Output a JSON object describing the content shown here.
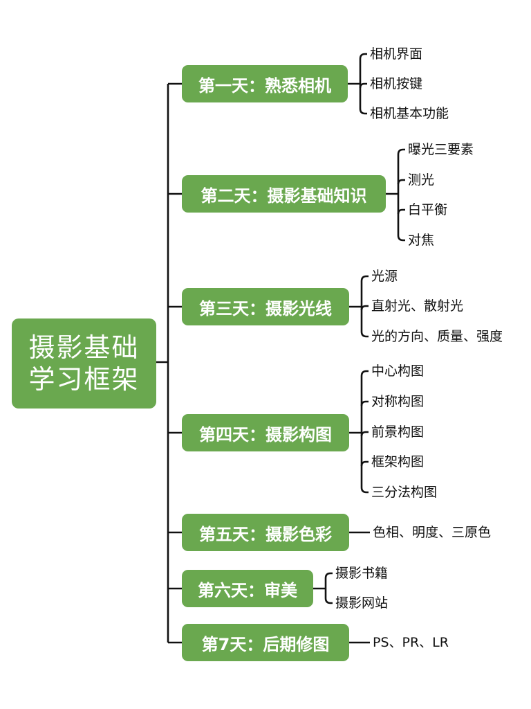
{
  "colors": {
    "node_fill": "#6aa84f",
    "node_text": "#ffffff",
    "line": "#111111",
    "child_text": "#111111"
  },
  "root": {
    "line1": "摄影基础",
    "line2": "学习框架"
  },
  "days": [
    {
      "label": "第一天：熟悉相机",
      "children": [
        "相机界面",
        "相机按键",
        "相机基本功能"
      ]
    },
    {
      "label": "第二天：摄影基础知识",
      "children": [
        "曝光三要素",
        "测光",
        "白平衡",
        "对焦"
      ]
    },
    {
      "label": "第三天：摄影光线",
      "children": [
        "光源",
        "直射光、散射光",
        "光的方向、质量、强度"
      ]
    },
    {
      "label": "第四天：摄影构图",
      "children": [
        "中心构图",
        "对称构图",
        "前景构图",
        "框架构图",
        "三分法构图"
      ]
    },
    {
      "label": "第五天：摄影色彩",
      "children": [
        "色相、明度、三原色"
      ]
    },
    {
      "label": "第六天：审美",
      "children": [
        "摄影书籍",
        "摄影网站"
      ]
    },
    {
      "label": "第7天：后期修图",
      "children": [
        "PS、PR、LR"
      ]
    }
  ]
}
